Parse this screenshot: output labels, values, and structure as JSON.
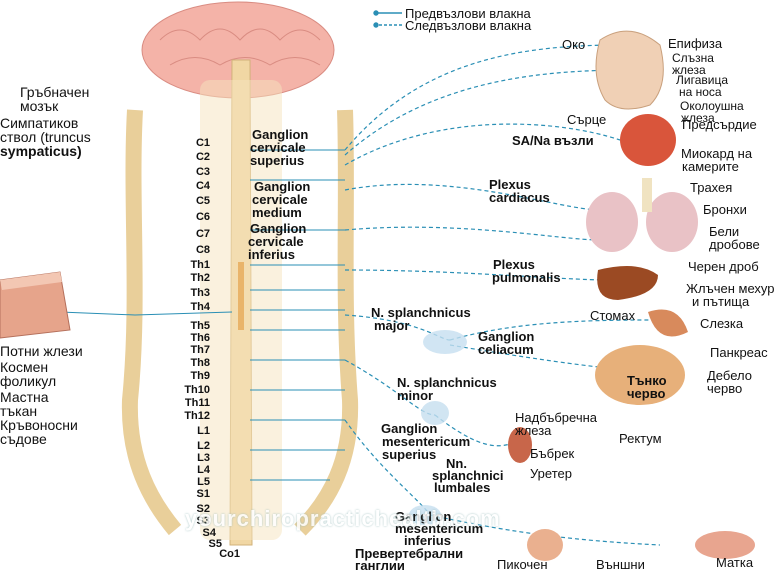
{
  "legend": {
    "preganglionic": "Предвъзлови влакна",
    "postganglionic": "Следвъзлови влакна"
  },
  "left_labels": {
    "spinal_cord": [
      "Гръбначен",
      "мозък"
    ],
    "sympathetic_trunk": [
      "Симпатиков",
      "ствол (truncus",
      "sympaticus)"
    ],
    "skin_targets": [
      "Потни жлези",
      "Космен",
      "фоликул",
      "Мастна",
      "тъкан",
      "Кръвоносни",
      "съдове"
    ]
  },
  "ganglia": {
    "cervicale_superius": [
      "Ganglion",
      "cervicale",
      "superius"
    ],
    "cervicale_medium": [
      "Ganglion",
      "cervicale",
      "medium"
    ],
    "cervicale_inferius": [
      "Ganglion",
      "cervicale",
      "inferius"
    ],
    "plexus_cardiacus": [
      "Plexus",
      "cardiacus"
    ],
    "plexus_pulmonalis": [
      "Plexus",
      "pulmonalis"
    ],
    "splanchnicus_major": [
      "N. splanchnicus",
      "major"
    ],
    "ganglion_celiacum": [
      "Ganglion",
      "celiacum"
    ],
    "splanchnicus_minor": [
      "N. splanchnicus",
      "minor"
    ],
    "mesentericum_superius": [
      "Ganglion",
      "mesentericum",
      "superius"
    ],
    "splanchnici_lumbales": [
      "Nn.",
      "splanchnici",
      "lumbales"
    ],
    "mesentericum_inferius": [
      "Ganglion",
      "mesentericum",
      "inferius"
    ],
    "prevertebral": [
      "Превертебрални",
      "ганглии"
    ]
  },
  "segments": [
    "C1",
    "C2",
    "C3",
    "C4",
    "C5",
    "C6",
    "C7",
    "C8",
    "Th1",
    "Th2",
    "Th3",
    "Th4",
    "Th5",
    "Th6",
    "Th7",
    "Th8",
    "Th9",
    "Th10",
    "Th11",
    "Th12",
    "L1",
    "L2",
    "L3",
    "L4",
    "L5",
    "S1",
    "S2",
    "S3",
    "S4",
    "S5",
    "Co1"
  ],
  "organs": {
    "eye": "Око",
    "pineal": "Епифиза",
    "lacrimal": [
      "Слъзна",
      "жлеза"
    ],
    "nasal": [
      "Лигавица",
      "на носа"
    ],
    "parotid": [
      "Околоушна",
      "жлеза"
    ],
    "heart": "Сърце",
    "sa_av": "SA/Na възли",
    "atria": "Предсърдие",
    "myocard": [
      "Миокард на",
      "камерите"
    ],
    "trachea": "Трахея",
    "bronchi": "Бронхи",
    "lungs": [
      "Бели",
      "дробове"
    ],
    "liver": "Черен дроб",
    "gallbladder": [
      "Жлъчен мехур",
      "и пътища"
    ],
    "stomach": "Стомах",
    "spleen": "Слезка",
    "pancreas": "Панкреас",
    "small_intestine": [
      "Тънко",
      "черво"
    ],
    "colon": [
      "Дебело",
      "черво"
    ],
    "adrenal": [
      "Надбъбречна",
      "жлеза"
    ],
    "rectum": "Ректум",
    "kidney": "Бъбрек",
    "ureter": "Уретер",
    "bladder": "Пикочен",
    "external": "Външни",
    "uterus": "Матка"
  },
  "watermark": "yourchiropractichealth.com",
  "colors": {
    "nerve": "#2a8fb5",
    "cord": "#f1d7a4",
    "brain": "#f4b3a8",
    "organ": "#d96a3a"
  }
}
